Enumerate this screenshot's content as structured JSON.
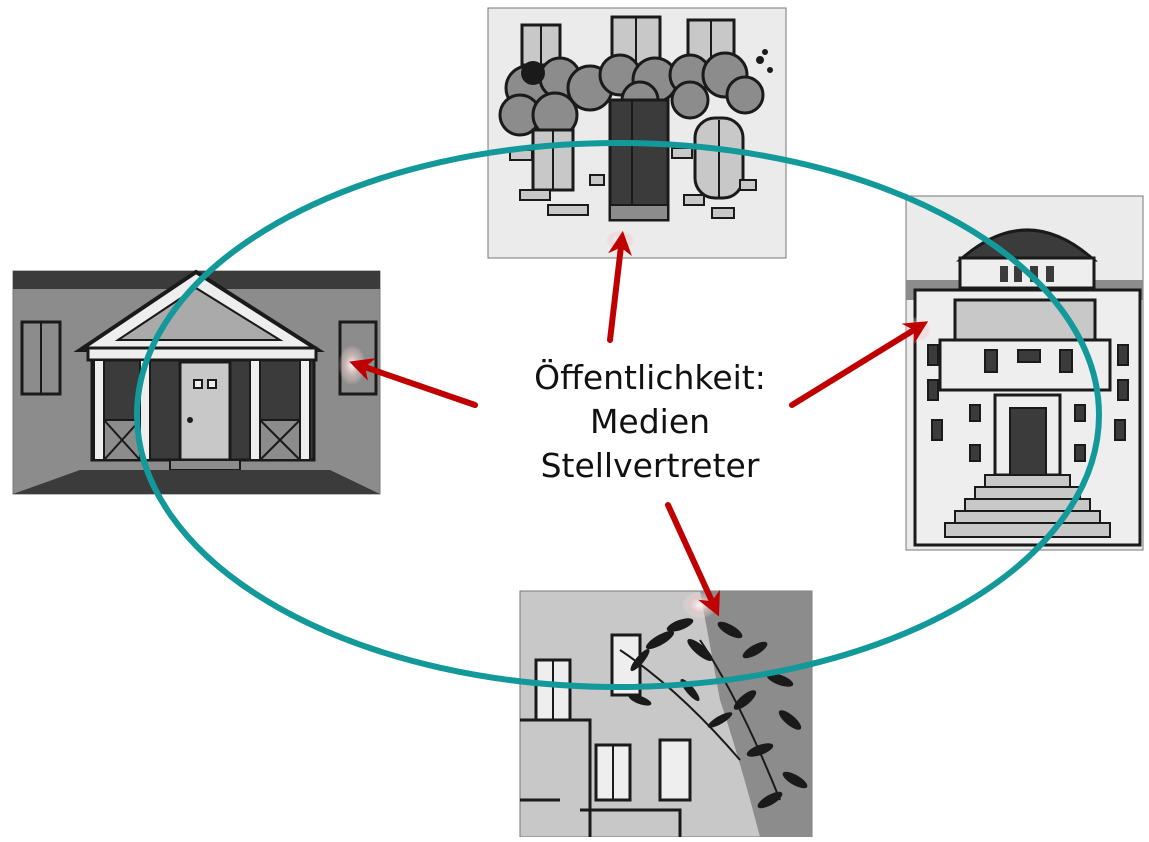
{
  "center_label": {
    "lines": [
      "Öffentlichkeit:",
      "Medien",
      "Stellvertreter"
    ]
  },
  "colors": {
    "ellipse": "#14999a",
    "arrow": "#c00000",
    "outline": "#1a1a1a",
    "dark_gray": "#3b3b3b",
    "mid_gray": "#8c8c8c",
    "light_gray": "#c8c8c8",
    "pale_gray": "#ebebeb"
  },
  "images": [
    {
      "icon": "ruined-building-image"
    },
    {
      "icon": "house-porch-image"
    },
    {
      "icon": "domed-public-building-image"
    },
    {
      "icon": "building-with-tree-image"
    }
  ]
}
